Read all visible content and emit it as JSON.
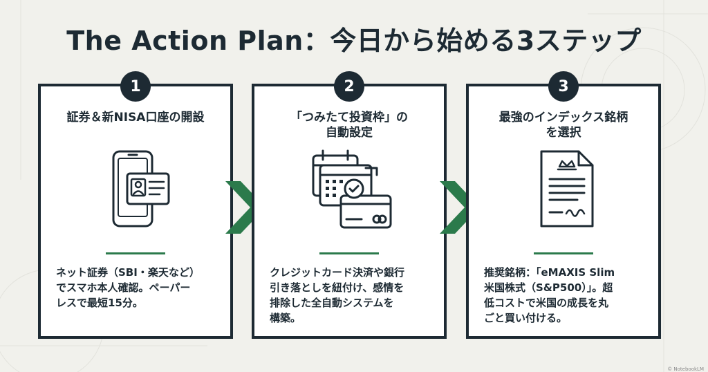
{
  "title": "The Action Plan：今日から始める3ステップ",
  "accent_color": "#2b7a4b",
  "dark_color": "#1d2a33",
  "steps": [
    {
      "number": "1",
      "title_lines": [
        "証券＆新NISA口座の開設"
      ],
      "icon": "smartphone-id-card-icon",
      "description_lines": [
        "ネット証券（SBI・楽天など）",
        "でスマホ本人確認。ペーパー",
        "レスで最短15分。"
      ]
    },
    {
      "number": "2",
      "title_lines": [
        "「つみたて投資枠」の",
        "自動設定"
      ],
      "icon": "calendar-credit-card-icon",
      "description_lines": [
        "クレジットカード決済や銀行",
        "引き落としを紐付け、感情を",
        "排除した全自動システムを",
        "構築。"
      ]
    },
    {
      "number": "3",
      "title_lines": [
        "最強のインデックス銘柄",
        "を選択"
      ],
      "icon": "certificate-document-icon",
      "description_lines": [
        "推奨銘柄：「eMAXIS Slim",
        "米国株式（S&P500）」。超",
        "低コストで米国の成長を丸",
        "ごと買い付ける。"
      ]
    }
  ],
  "footnote": "© NotebookLM"
}
